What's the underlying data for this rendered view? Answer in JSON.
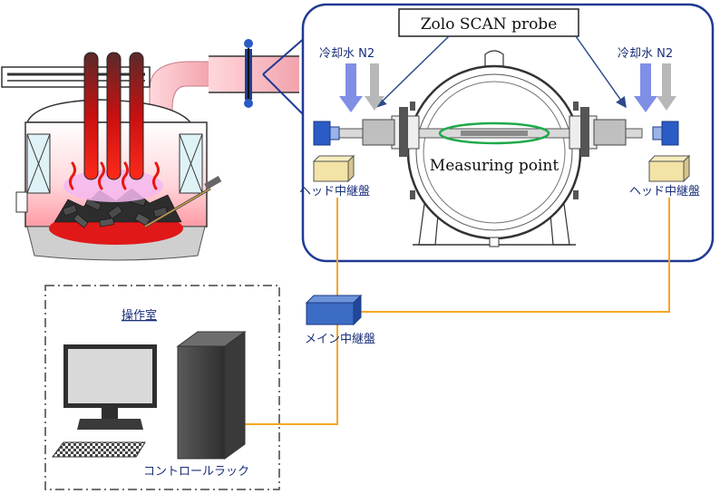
{
  "labels": {
    "probe": "Zolo SCAN probe",
    "measuring_point": "Measuring point",
    "cooling_left": "冷却水 N2",
    "cooling_right": "冷却水 N2",
    "head_relay_left": "ヘッド中継盤",
    "head_relay_right": "ヘッド中継盤",
    "main_relay": "メイン中継盤",
    "control_room": "操作室",
    "control_rack": "コントロールラック"
  },
  "colors": {
    "cable": "#f5a623",
    "panel_border": "#1f3a93",
    "relay_box": "#f3e3a6",
    "main_relay": "#3d6cc4",
    "flame": "#e8170f",
    "arrow_blue": "#7f8fe6",
    "arrow_gray": "#b8b8b8"
  }
}
